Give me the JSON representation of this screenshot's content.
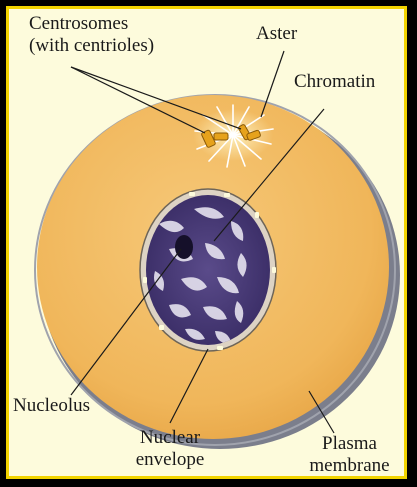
{
  "labels": {
    "centrosomes_line1": "Centrosomes",
    "centrosomes_line2": "(with centrioles)",
    "aster": "Aster",
    "chromatin": "Chromatin",
    "nucleolus": "Nucleolus",
    "nuclear_envelope_line1": "Nuclear",
    "nuclear_envelope_line2": "envelope",
    "plasma_membrane_line1": "Plasma",
    "plasma_membrane_line2": "membrane"
  },
  "colors": {
    "page_background": "#000000",
    "panel_background": "#fdfbdc",
    "panel_border": "#f2d400",
    "cytoplasm": "#f1b85c",
    "cell_edge": "#8a8d9a",
    "nucleus_fill": "#4d3d7c",
    "chromatin_highlight": "#e6e3ef",
    "nucleolus": "#15102a",
    "centriole": "#e6a21c",
    "aster_rays": "#ffffff"
  }
}
